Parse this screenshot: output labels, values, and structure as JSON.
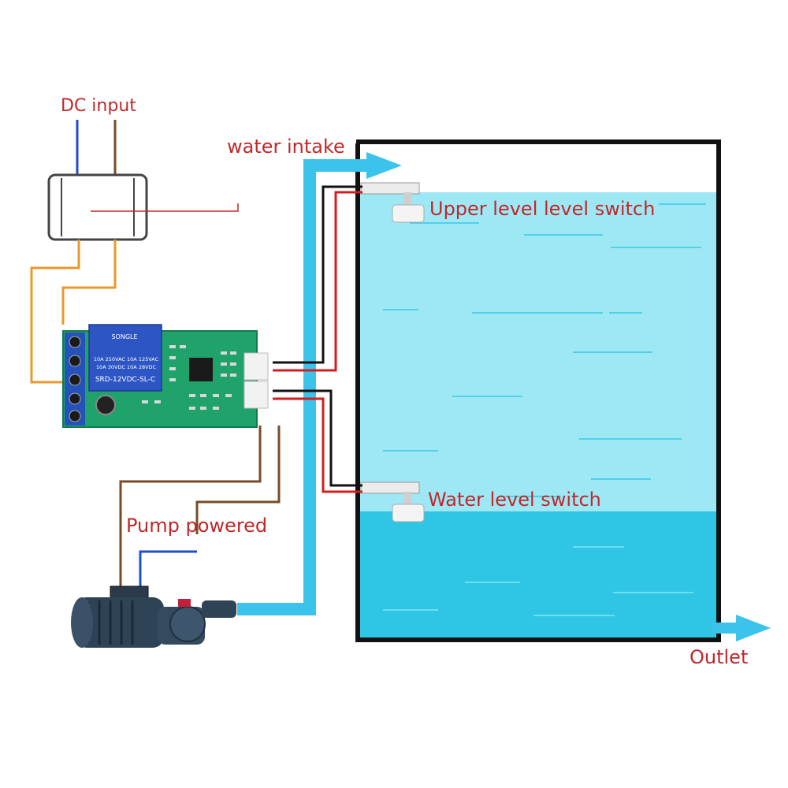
{
  "labels": {
    "dc_input": "DC input",
    "water_intake": "water intake",
    "upper_switch": "Upper level level switch",
    "water_level_switch": "Water level switch",
    "pump_powered": "Pump powered",
    "outlet": "Outlet"
  },
  "relay_module": {
    "brand": "SONGLE",
    "spec_line_1": "10A 250VAC  10A 125VAC",
    "spec_line_2": "10A 30VDC   10A 28VDC",
    "model": "SRD-12VDC-SL-C"
  },
  "colors": {
    "label_red": "#c0282a",
    "water_light": "#9ee8f5",
    "water_dark": "#2fc6e6",
    "pipe": "#3cc3eb",
    "tank_outline": "#111111",
    "pcb": "#1fa36a",
    "relay": "#2d56c4",
    "wire_brown": "#7a4a25",
    "wire_blue": "#1f4fc6",
    "wire_orange": "#e79a2b",
    "wire_red": "#d11f1f",
    "wire_black": "#111111"
  }
}
